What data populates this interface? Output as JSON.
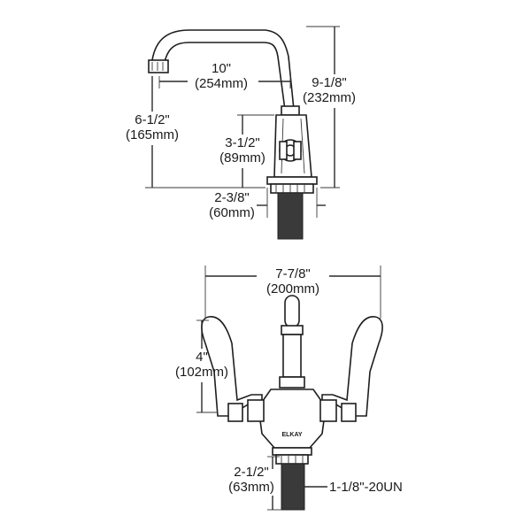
{
  "side_view": {
    "spout_reach": {
      "imperial": "10\"",
      "metric": "(254mm)"
    },
    "overall_height": {
      "imperial": "9-1/8\"",
      "metric": "(232mm)"
    },
    "spout_height": {
      "imperial": "6-1/2\"",
      "metric": "(165mm)"
    },
    "body_height": {
      "imperial": "3-1/2\"",
      "metric": "(89mm)"
    },
    "base_width": {
      "imperial": "2-3/8\"",
      "metric": "(60mm)"
    }
  },
  "front_view": {
    "handle_spread": {
      "imperial": "7-7/8\"",
      "metric": "(200mm)"
    },
    "handle_height": {
      "imperial": "4\"",
      "metric": "(102mm)"
    },
    "shank_length": {
      "imperial": "2-1/2\"",
      "metric": "(63mm)"
    },
    "thread_callout": "1-1/8\"-20UN",
    "brand_mark": "ELKAY"
  },
  "colors": {
    "line": "#2a2a2a",
    "shank": "#3a3a3a",
    "background": "#ffffff"
  }
}
